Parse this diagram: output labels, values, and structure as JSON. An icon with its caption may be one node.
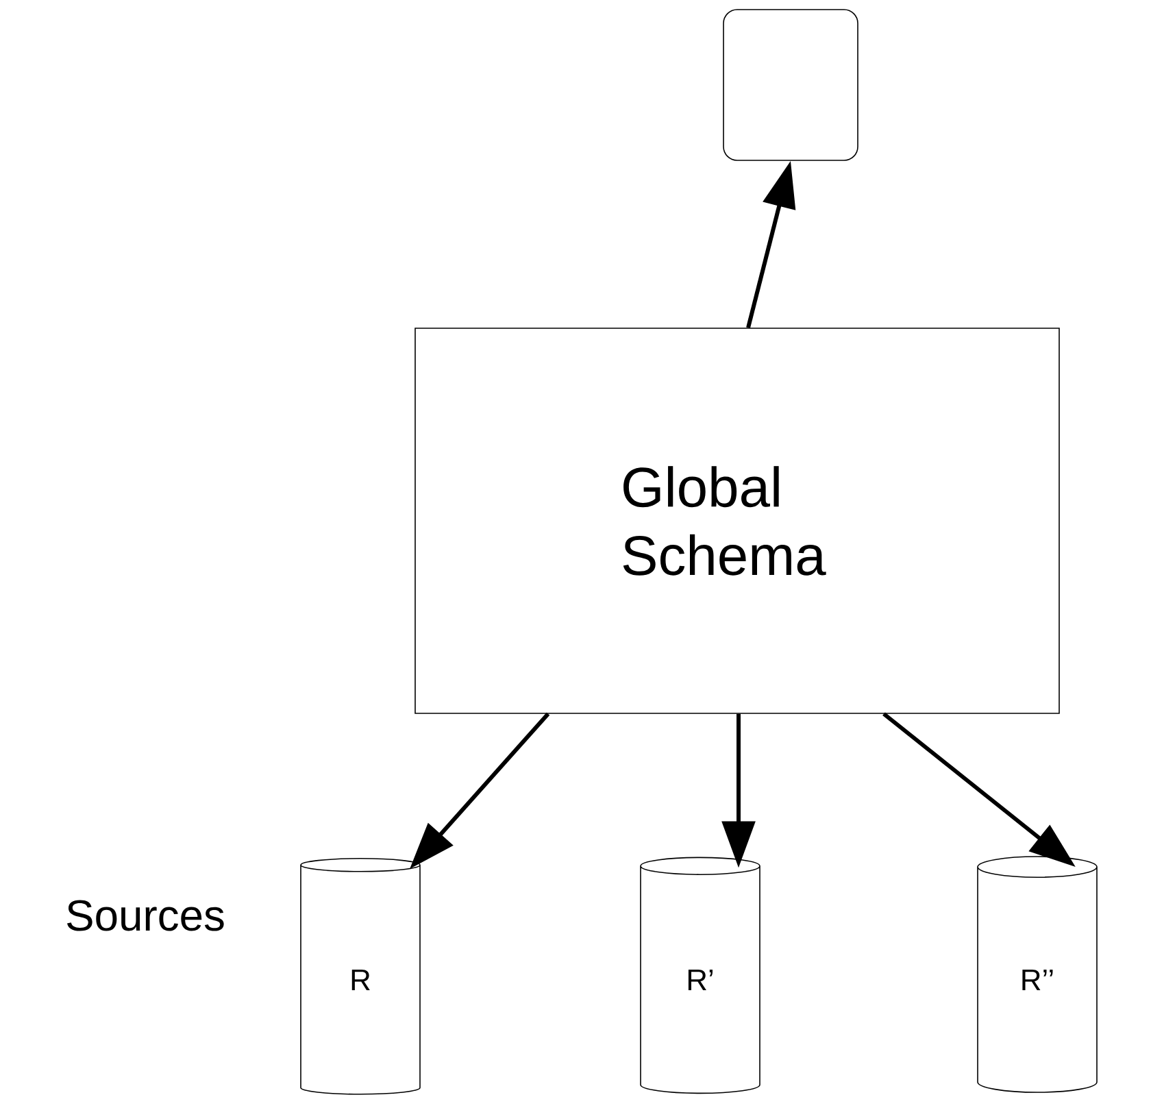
{
  "diagram": {
    "nodes": [
      {
        "text": [],
        "shape": "box"
      },
      {
        "text": [
          "Global Schema"
        ]
      },
      {
        "text": [
          "R"
        ]
      },
      {
        "text": [
          "R’"
        ]
      },
      {
        "text": [
          "R’’"
        ]
      }
    ],
    "edges": [
      {
        "from": 1,
        "to": 0,
        "arrow": "to"
      },
      {
        "from": 1,
        "to": 2,
        "arrow": "to"
      },
      {
        "from": 1,
        "to": 3,
        "arrow": "to"
      },
      {
        "from": 1,
        "to": 4,
        "arrow": "to"
      }
    ],
    "labels": [
      "Sources"
    ]
  }
}
